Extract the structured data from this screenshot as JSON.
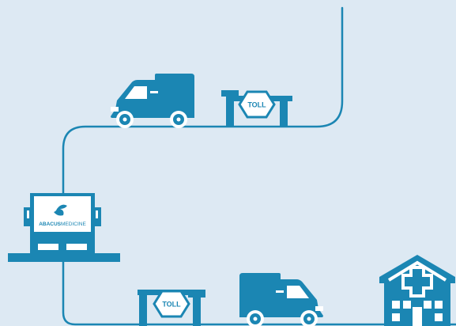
{
  "colors": {
    "background": "#dde9f3",
    "accent": "#1b86b3",
    "accent_dark": "#166f96",
    "white": "#ffffff"
  },
  "toll_top": {
    "label": "TOLL"
  },
  "toll_bottom": {
    "label": "TOLL"
  },
  "warehouse": {
    "sign_brand_bold": "ABACUS",
    "sign_brand_light": "MEDICINE"
  },
  "icons": [
    "delivery-van-icon",
    "toll-gate-icon",
    "warehouse-icon",
    "hospital-icon",
    "route-line"
  ]
}
